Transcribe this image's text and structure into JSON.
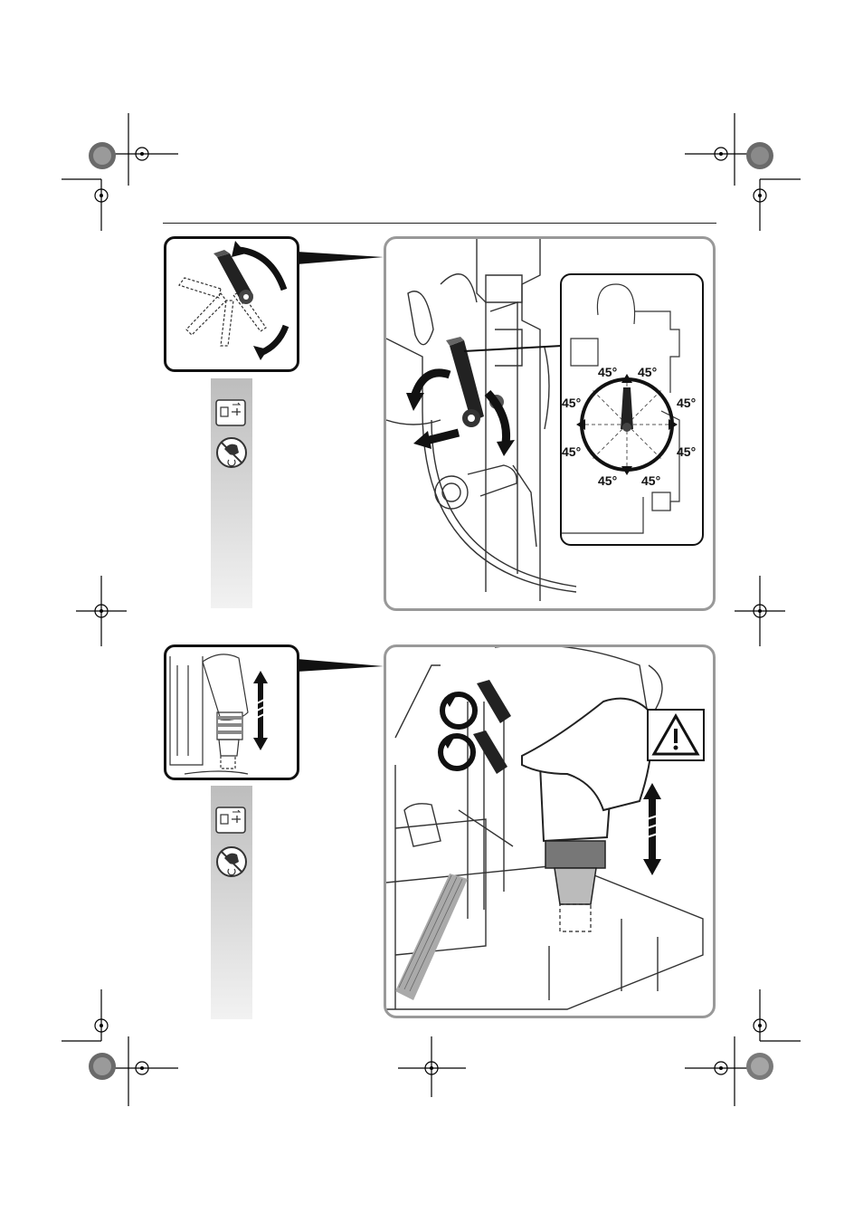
{
  "page": {
    "figure1": {
      "angle_labels": [
        "45°",
        "45°",
        "45°",
        "45°",
        "45°",
        "45°",
        "45°",
        "45°"
      ],
      "icons": [
        "unplug-icon",
        "no-rotation-hand-icon"
      ]
    },
    "figure2": {
      "icons": [
        "unplug-icon",
        "no-rotation-hand-icon",
        "warning-triangle-icon"
      ]
    },
    "colors": {
      "panel_border": "#999999",
      "thumb_border": "#111111",
      "strip_top": "#bdbdbd",
      "strip_bottom": "#f2f2f2"
    }
  }
}
